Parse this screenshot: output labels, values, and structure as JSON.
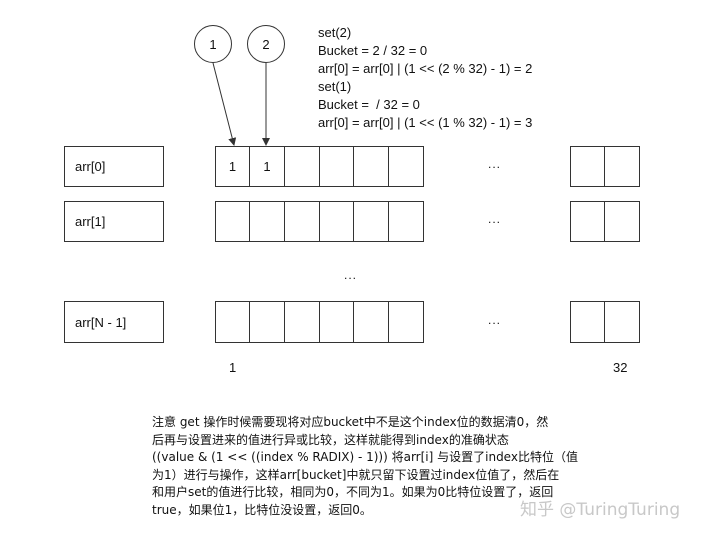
{
  "circles": [
    "1",
    "2"
  ],
  "code_lines": [
    "set(2)",
    "Bucket = 2 / 32 = 0",
    "arr[0] = arr[0] | (1 << (2 % 32) - 1) = 2",
    "set(1)",
    "Bucket =  / 32 = 0",
    "arr[0] = arr[0] | (1 << (1 % 32) - 1) = 3"
  ],
  "rows": [
    {
      "label": "arr[0]",
      "cells": [
        "1",
        "1",
        "",
        "",
        "",
        ""
      ],
      "ellipsis": "...",
      "tail": [
        "",
        ""
      ]
    },
    {
      "label": "arr[1]",
      "cells": [
        "",
        "",
        "",
        "",
        "",
        ""
      ],
      "ellipsis": "...",
      "tail": [
        "",
        ""
      ]
    },
    {
      "label": "arr[N - 1]",
      "cells": [
        "",
        "",
        "",
        "",
        "",
        ""
      ],
      "ellipsis": "...",
      "tail": [
        "",
        ""
      ]
    }
  ],
  "vertical_ellipsis": "...",
  "axis": {
    "start": "1",
    "end": "32"
  },
  "note_lines": [
    "注意 get 操作时候需要现将对应bucket中不是这个index位的数据清0，然",
    "后再与设置进来的值进行异或比较，这样就能得到index的准确状态",
    "((value & (1 << ((index % RADIX) - 1))) 将arr[i] 与设置了index比特位（值",
    "为1）进行与操作，这样arr[bucket]中就只留下设置过index位值了，然后在",
    "和用户set的值进行比较，相同为0，不同为1。如果为0比特位设置了，返回",
    "true，如果位1，比特位没设置，返回0。"
  ],
  "watermark": "知乎 @TuringTuring"
}
